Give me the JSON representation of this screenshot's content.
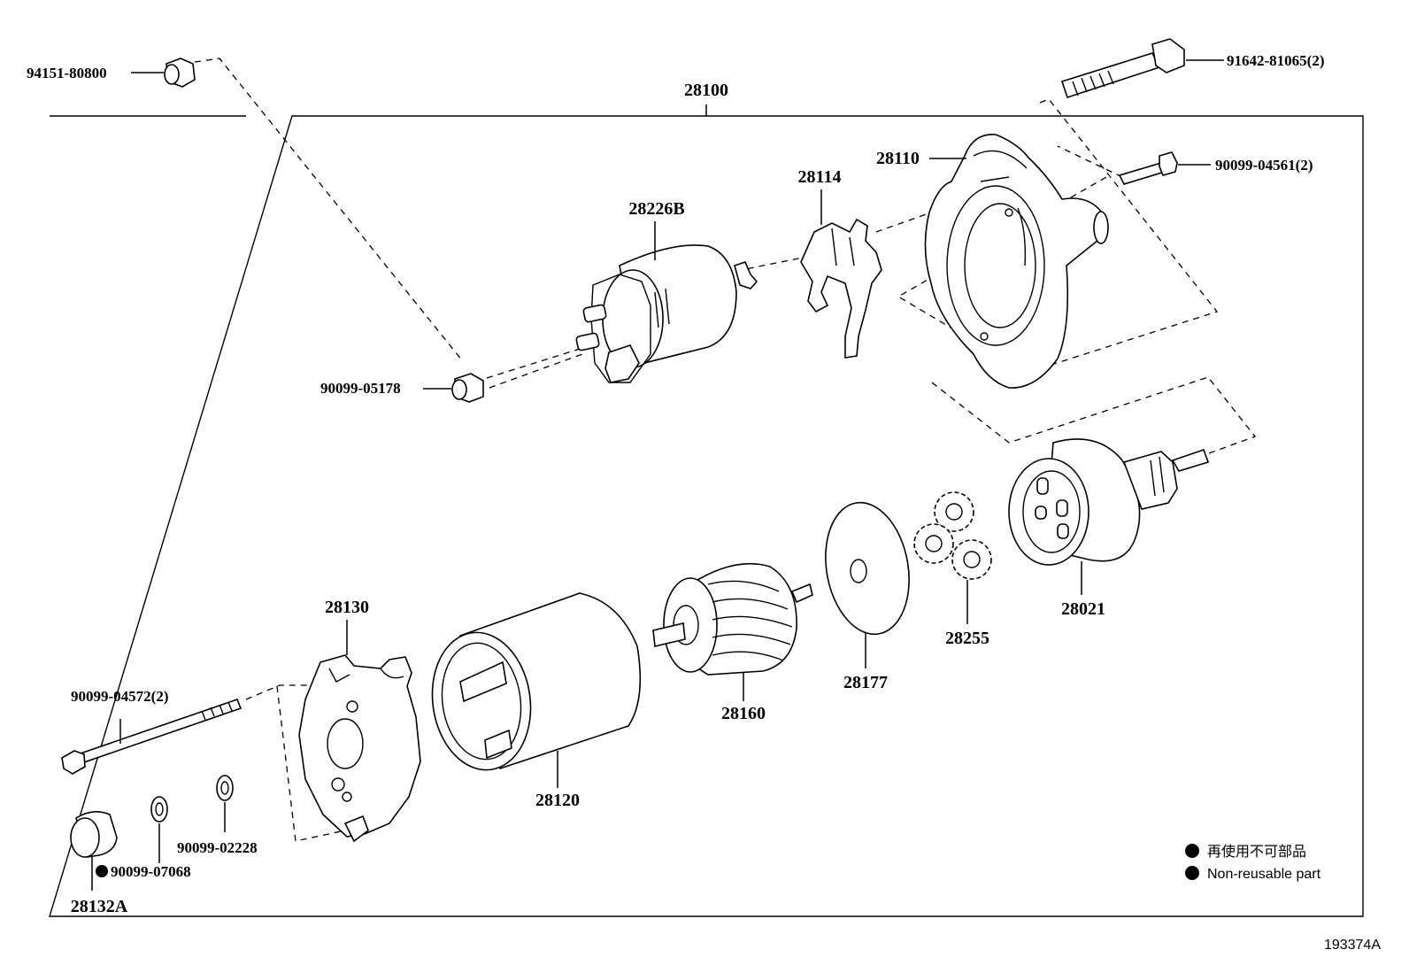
{
  "assembly": {
    "number": "28100"
  },
  "parts": {
    "nut_top": "94151-80800",
    "bolt_top": "91642-81065(2)",
    "screw_right": "90099-04561(2)",
    "housing": "28110",
    "lever": "28114",
    "solenoid": "28226B",
    "nut_solenoid": "90099-05178",
    "clutch": "28021",
    "gears": "28255",
    "plate": "28177",
    "armature": "28160",
    "yoke": "28120",
    "end_frame": "28130",
    "through_bolt": "90099-04572(2)",
    "washer_a": "90099-02228",
    "washer_b": "90099-07068",
    "cap": "28132A"
  },
  "legend": {
    "line1": "再使用不可部品",
    "line2": "Non-reusable part"
  },
  "figure_id": "193374A",
  "icons": [
    "non-reusable-dot-icon"
  ]
}
